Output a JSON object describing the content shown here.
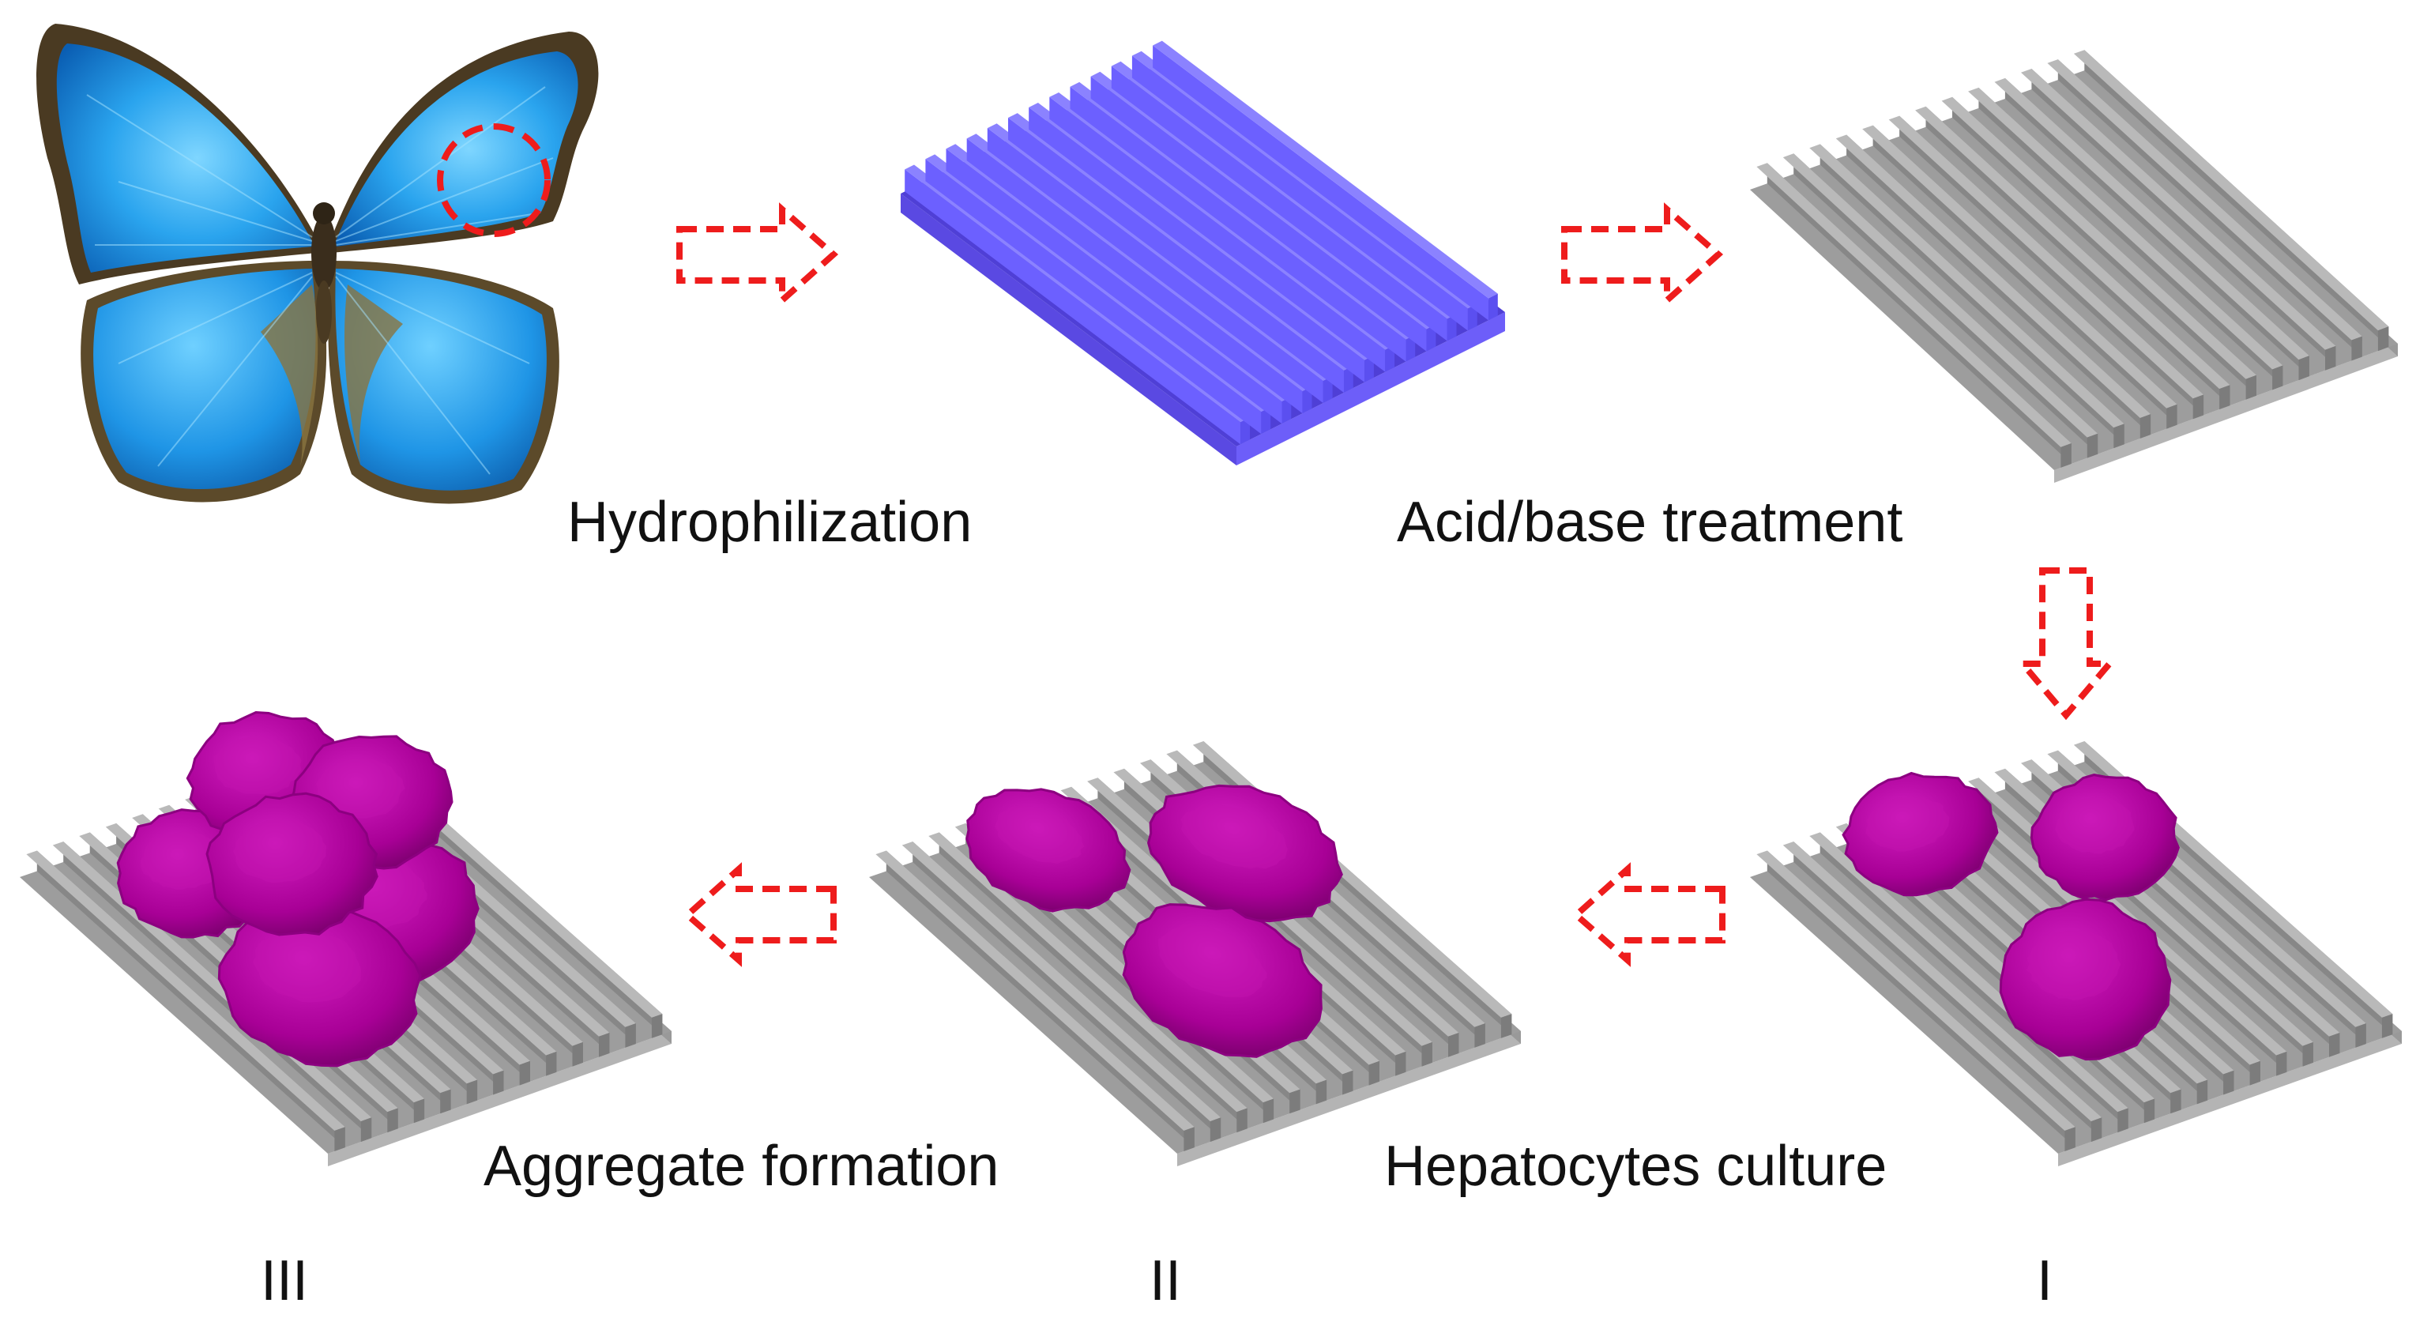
{
  "captions": {
    "hydrophilization": "Hydrophilization",
    "acid_base": "Acid/base treatment",
    "hepatocytes": "Hepatocytes culture",
    "aggregate": "Aggregate formation"
  },
  "stages": {
    "one": "I",
    "two": "II",
    "three": "III"
  },
  "colors": {
    "wing_blue": "#29a8f0",
    "wing_blue_dark": "#0c6fc4",
    "wing_brown": "#5a4a2c",
    "substrate_blue": "#6b5cf5",
    "substrate_gray": "#9a9a9a",
    "cell_magenta": "#b0009c",
    "arrow_red": "#ee1c1c"
  },
  "icons": [
    "butterfly-icon",
    "dashed-arrow-icon",
    "grooved-substrate-icon",
    "hepatocyte-cell-icon"
  ]
}
